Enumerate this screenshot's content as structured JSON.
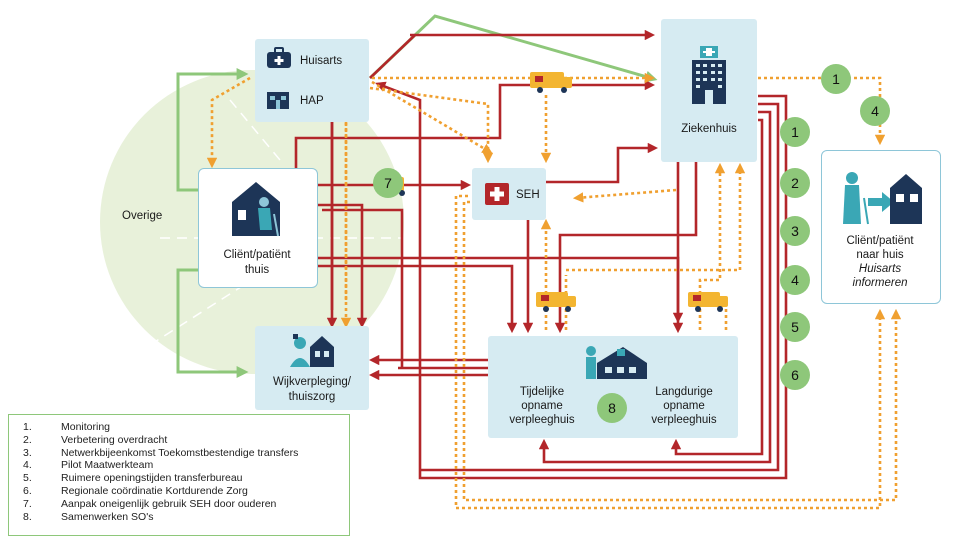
{
  "nodes": {
    "huisarts": "Huisarts",
    "hap": "HAP",
    "ziekenhuis": "Ziekenhuis",
    "seh": "SEH",
    "client_line1": "Cliënt/patiënt",
    "client_line2": "thuis",
    "wijk_line1": "Wijkverpleging/",
    "wijk_line2": "thuiszorg",
    "tijdelijk_line1": "Tijdelijke",
    "tijdelijk_line2": "opname",
    "tijdelijk_line3": "verpleeghuis",
    "langdurig_line1": "Langdurige",
    "langdurig_line2": "opname",
    "langdurig_line3": "verpleeghuis",
    "naar_huis_line1": "Cliënt/patiënt",
    "naar_huis_line2": "naar huis",
    "naar_huis_line3": "Huisarts",
    "naar_huis_line4": "informeren",
    "overige": "Overige"
  },
  "badges": {
    "b1_top": "1",
    "b4_top": "4",
    "b1": "1",
    "b2": "2",
    "b3": "3",
    "b4": "4",
    "b5": "5",
    "b6": "6",
    "b7": "7",
    "b8": "8"
  },
  "legend": [
    {
      "num": "1.",
      "text": "Monitoring"
    },
    {
      "num": "2.",
      "text": "Verbetering overdracht"
    },
    {
      "num": "3.",
      "text": "Netwerkbijeenkomst Toekomstbestendige transfers"
    },
    {
      "num": "4.",
      "text": "Pilot Maatwerkteam"
    },
    {
      "num": "5.",
      "text": "Ruimere openingstijden transferbureau"
    },
    {
      "num": "6.",
      "text": "Regionale coördinatie Kortdurende Zorg"
    },
    {
      "num": "7.",
      "text": "Aanpak oneigenlijk gebruik SEH door ouderen"
    },
    {
      "num": "8.",
      "text": "Samenwerken SO's"
    }
  ],
  "colors": {
    "red": "#b3262a",
    "orange": "#f0a030",
    "green": "#8ec77a",
    "box": "#d6ebf2",
    "navy": "#1d3557",
    "teal": "#3aa7b5"
  }
}
